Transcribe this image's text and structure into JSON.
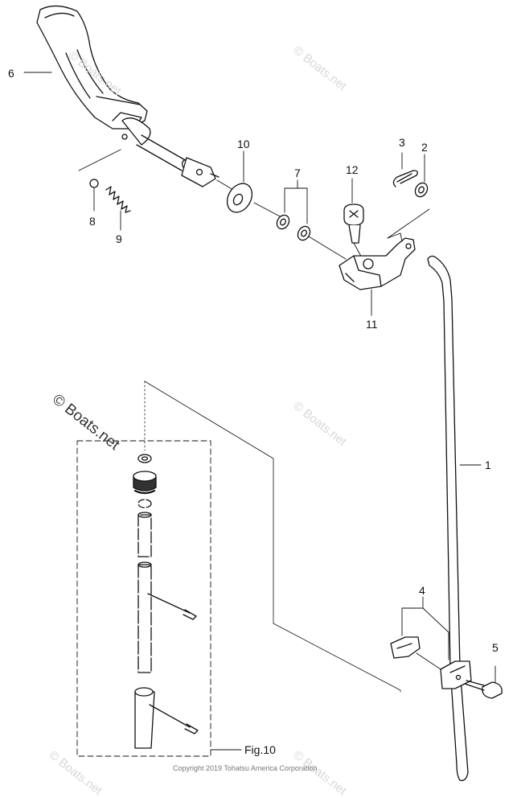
{
  "parts": [
    {
      "id": "p1",
      "number": "1"
    },
    {
      "id": "p2",
      "number": "2"
    },
    {
      "id": "p3",
      "number": "3"
    },
    {
      "id": "p4",
      "number": "4"
    },
    {
      "id": "p5",
      "number": "5"
    },
    {
      "id": "p6",
      "number": "6"
    },
    {
      "id": "p7",
      "number": "7"
    },
    {
      "id": "p8",
      "number": "8"
    },
    {
      "id": "p9",
      "number": "9"
    },
    {
      "id": "p10",
      "number": "10"
    },
    {
      "id": "p11",
      "number": "11"
    },
    {
      "id": "p12",
      "number": "12"
    }
  ],
  "figure_ref": "Fig.10",
  "watermark": "© Boats.net",
  "copyright": "Copyright 2019 Tohatsu America Corporation"
}
